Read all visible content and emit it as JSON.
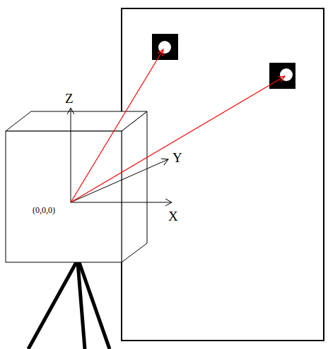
{
  "diagram": {
    "labels": [
      "Z",
      "Y",
      "X",
      "(0,0,0)"
    ]
  }
}
